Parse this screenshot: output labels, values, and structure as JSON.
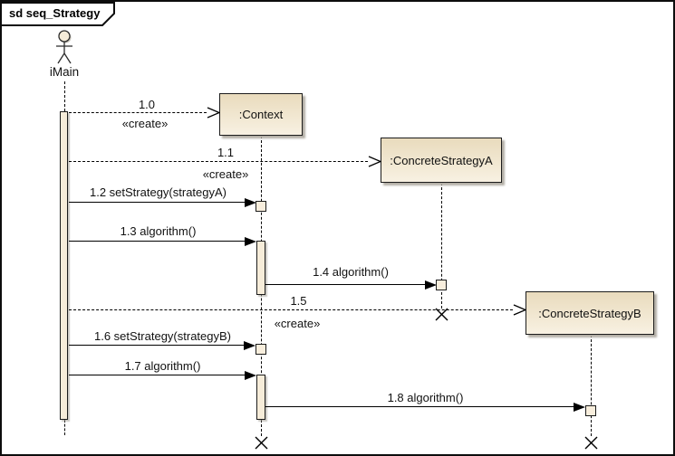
{
  "frame": {
    "title": "sd seq_Strategy"
  },
  "actor": {
    "name": "iMain"
  },
  "objects": [
    {
      "label": ":Context"
    },
    {
      "label": ":ConcreteStrategyA"
    },
    {
      "label": ":ConcreteStrategyB"
    }
  ],
  "messages": [
    {
      "number": "1.0",
      "stereotype": "«create»",
      "kind": "create",
      "from": "iMain",
      "to": ":Context"
    },
    {
      "number": "1.1",
      "stereotype": "«create»",
      "kind": "create",
      "from": "iMain",
      "to": ":ConcreteStrategyA"
    },
    {
      "text": "1.2 setStrategy(strategyA)",
      "kind": "call",
      "from": "iMain",
      "to": ":Context"
    },
    {
      "text": "1.3 algorithm()",
      "kind": "call",
      "from": "iMain",
      "to": ":Context"
    },
    {
      "text": "1.4 algorithm()",
      "kind": "call",
      "from": ":Context",
      "to": ":ConcreteStrategyA"
    },
    {
      "number": "1.5",
      "stereotype": "«create»",
      "kind": "create",
      "from": "iMain",
      "to": ":ConcreteStrategyB"
    },
    {
      "text": "1.6 setStrategy(strategyB)",
      "kind": "call",
      "from": "iMain",
      "to": ":Context"
    },
    {
      "text": "1.7 algorithm()",
      "kind": "call",
      "from": "iMain",
      "to": ":Context"
    },
    {
      "text": "1.8 algorithm()",
      "kind": "call",
      "from": ":Context",
      "to": ":ConcreteStrategyB"
    }
  ],
  "colors": {
    "element_fill_top": "#e9dbbd",
    "element_fill_bottom": "#f8f1e2",
    "activation_fill": "#f6ecd9",
    "border": "#1c1c1c",
    "shadow": "#b3afa6",
    "background": "#ffffff"
  }
}
